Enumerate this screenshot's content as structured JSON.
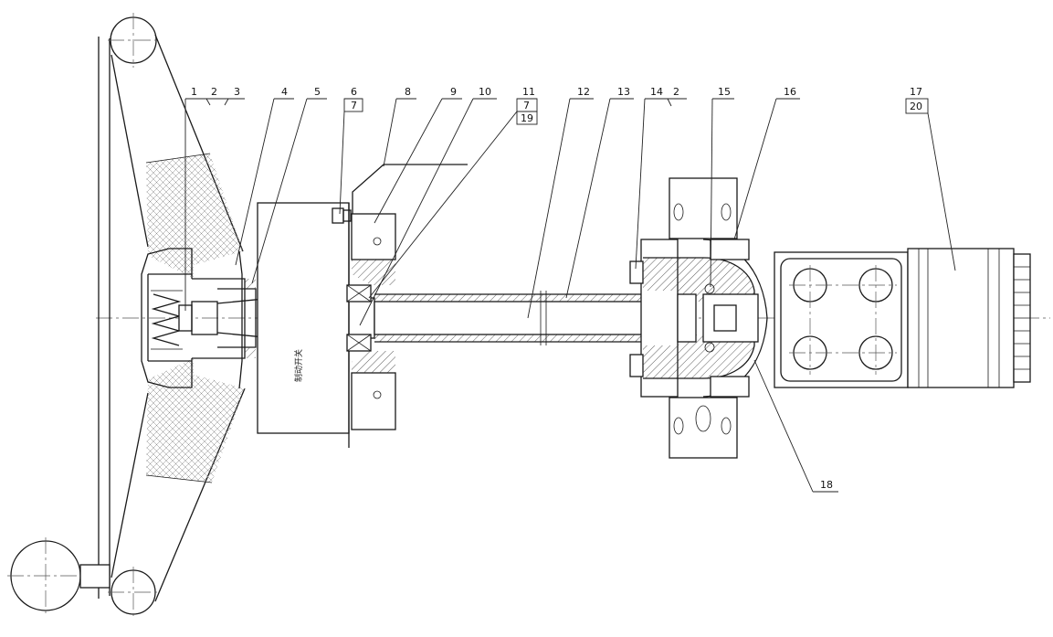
{
  "callouts": {
    "c1": "1",
    "c2": "2",
    "c3": "3",
    "c4": "4",
    "c5": "5",
    "c6": "6",
    "c6b": "7",
    "c8": "8",
    "c9": "9",
    "c10": "10",
    "c11": "11",
    "c11b": "7",
    "c11c": "19",
    "c12": "12",
    "c13": "13",
    "c14": "14",
    "c14b": "2",
    "c15": "15",
    "c16": "16",
    "c17": "17",
    "c17b": "20",
    "c18": "18"
  },
  "labels": {
    "bracket_note": "制动开关"
  }
}
